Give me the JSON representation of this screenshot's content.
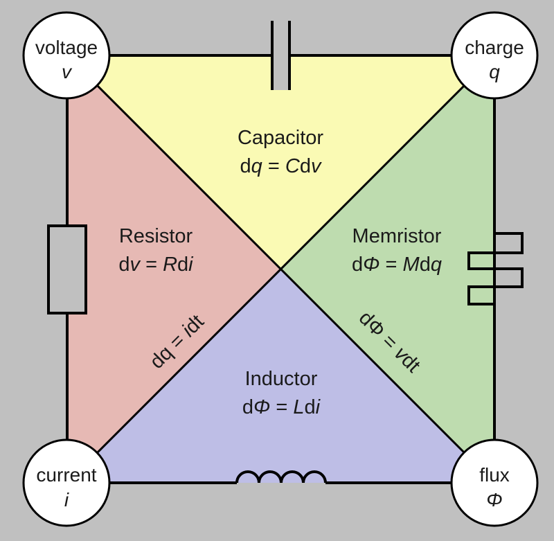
{
  "colors": {
    "background": "#c0c0c0",
    "capacitor": "#fafab4",
    "resistor": "#e6b9b4",
    "memristor": "#bedcaf",
    "inductor": "#bebee6",
    "wire": "#000000",
    "node_fill": "#ffffff"
  },
  "nodes": {
    "voltage": {
      "word": "voltage",
      "symbol": "v"
    },
    "charge": {
      "word": "charge",
      "symbol": "q"
    },
    "current": {
      "word": "current",
      "symbol": "i"
    },
    "flux": {
      "word": "flux",
      "symbol": "Φ"
    }
  },
  "regions": {
    "capacitor": {
      "name": "Capacitor",
      "eq": [
        [
          "d",
          false
        ],
        [
          "q",
          true
        ],
        [
          " = ",
          false
        ],
        [
          "C",
          true
        ],
        [
          "d",
          false
        ],
        [
          "v",
          true
        ]
      ]
    },
    "resistor": {
      "name": "Resistor",
      "eq": [
        [
          "d",
          false
        ],
        [
          "v",
          true
        ],
        [
          " = ",
          false
        ],
        [
          "R",
          true
        ],
        [
          "d",
          false
        ],
        [
          "i",
          true
        ]
      ]
    },
    "memristor": {
      "name": "Memristor",
      "eq": [
        [
          "d",
          false
        ],
        [
          "Φ",
          true
        ],
        [
          " = ",
          false
        ],
        [
          "M",
          true
        ],
        [
          "d",
          false
        ],
        [
          "q",
          true
        ]
      ]
    },
    "inductor": {
      "name": "Inductor",
      "eq": [
        [
          "d",
          false
        ],
        [
          "Φ",
          true
        ],
        [
          " = ",
          false
        ],
        [
          "L",
          true
        ],
        [
          "d",
          false
        ],
        [
          "i",
          true
        ]
      ]
    }
  },
  "relations": {
    "charge_current": [
      [
        "dq = ",
        false
      ],
      [
        "i",
        true
      ],
      [
        "dt",
        false
      ]
    ],
    "flux_voltage": [
      [
        "dΦ = ",
        false
      ],
      [
        "v",
        true
      ],
      [
        "dt",
        false
      ]
    ]
  },
  "components": {
    "top": "capacitor-symbol",
    "left": "resistor-symbol",
    "right": "memristor-symbol",
    "bottom": "inductor-symbol"
  }
}
